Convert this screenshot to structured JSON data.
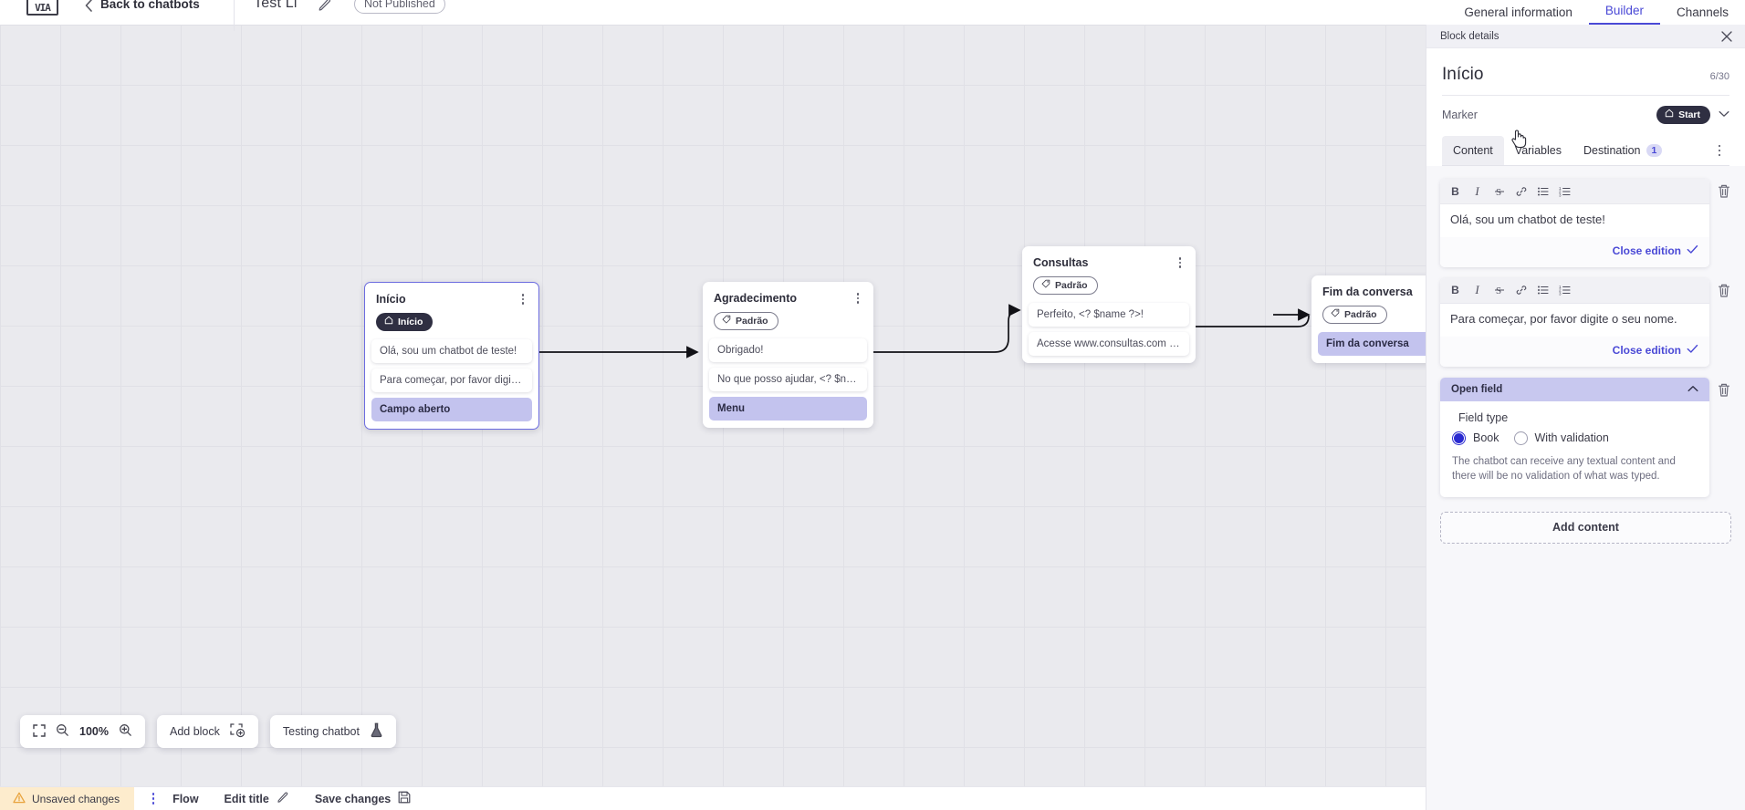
{
  "header": {
    "logo_icon": "vtr-logo-icon",
    "back_chevron_icon": "chevron-left-icon",
    "back_label": "Back to chatbots",
    "bot_title": "Test Li",
    "edit_pencil_icon": "pencil-icon",
    "publish_badge": "Not Published",
    "nav_tabs": [
      {
        "label": "General information",
        "active": false
      },
      {
        "label": "Builder",
        "active": true
      },
      {
        "label": "Channels",
        "active": false
      }
    ]
  },
  "canvas": {
    "zoom_level": "100%",
    "fit_icon": "fit-screen-icon",
    "zoom_out_icon": "zoom-out-icon",
    "zoom_in_icon": "zoom-in-icon",
    "add_block_label": "Add block",
    "add_block_icon": "add-block-icon",
    "testing_label": "Testing chatbot",
    "testing_icon": "flask-icon",
    "blocks": [
      {
        "id": "inicio",
        "title": "Início",
        "tag": "Início",
        "tag_icon": "home-icon",
        "tag_style": "start",
        "selected": true,
        "messages": [
          {
            "text": "Olá, sou um chatbot de teste!",
            "highlight": false
          },
          {
            "text": "Para começar, por favor digite o ...",
            "highlight": false
          },
          {
            "text": "Campo aberto",
            "highlight": true
          }
        ]
      },
      {
        "id": "agradecimento",
        "title": "Agradecimento",
        "tag": "Padrão",
        "tag_icon": "tag-icon",
        "tag_style": "padrao",
        "selected": false,
        "messages": [
          {
            "text": "Obrigado!",
            "highlight": false
          },
          {
            "text": "No que posso ajudar, <? $name ...",
            "highlight": false
          },
          {
            "text": "Menu",
            "highlight": true
          }
        ]
      },
      {
        "id": "consultas",
        "title": "Consultas",
        "tag": "Padrão",
        "tag_icon": "tag-icon",
        "tag_style": "padrao",
        "selected": false,
        "messages": [
          {
            "text": "Perfeito, <? $name ?>!",
            "highlight": false
          },
          {
            "text": "Acesse www.consultas.com par...",
            "highlight": false
          }
        ]
      },
      {
        "id": "fim-da-conversa",
        "title": "Fim da conversa",
        "tag": "Padrão",
        "tag_icon": "tag-icon",
        "tag_style": "padrao",
        "selected": false,
        "messages": [
          {
            "text": "Fim da conversa",
            "highlight": true
          }
        ]
      }
    ]
  },
  "status_bar": {
    "warning_icon": "warning-triangle-icon",
    "unsaved_label": "Unsaved changes",
    "kebab_icon": "kebab-menu-icon",
    "flow_label": "Flow",
    "edit_title_label": "Edit title",
    "edit_title_icon": "pencil-icon",
    "save_label": "Save changes",
    "save_icon": "save-disk-icon"
  },
  "panel": {
    "topbar_label": "Block details",
    "close_icon": "close-icon",
    "title": "Início",
    "char_count": "6/30",
    "marker_label": "Marker",
    "marker_value": "Start",
    "marker_icon": "home-icon",
    "marker_chevron_icon": "chevron-down-icon",
    "tabs": [
      {
        "label": "Content",
        "active": true,
        "badge": null
      },
      {
        "label": "Variables",
        "active": false,
        "badge": null
      },
      {
        "label": "Destination",
        "active": false,
        "badge": "1"
      }
    ],
    "tab_kebab_icon": "kebab-menu-icon",
    "toolbar_buttons": [
      {
        "icon": "bold-icon",
        "glyph": "B"
      },
      {
        "icon": "italic-icon",
        "glyph": "I"
      },
      {
        "icon": "strikethrough-icon",
        "glyph": "S"
      },
      {
        "icon": "link-icon",
        "glyph": "&"
      },
      {
        "icon": "bullet-list-icon",
        "glyph": "☰"
      },
      {
        "icon": "numbered-list-icon",
        "glyph": "☰"
      }
    ],
    "editors": [
      {
        "text": "Olá, sou um chatbot de teste!",
        "close_label": "Close edition",
        "check_icon": "check-icon",
        "trash_icon": "trash-icon"
      },
      {
        "text": "Para começar, por favor digite o seu nome.",
        "close_label": "Close edition",
        "check_icon": "check-icon",
        "trash_icon": "trash-icon"
      }
    ],
    "open_field": {
      "header": "Open field",
      "collapse_icon": "chevron-up-icon",
      "trash_icon": "trash-icon",
      "field_type_label": "Field type",
      "options": [
        {
          "label": "Book",
          "selected": true
        },
        {
          "label": "With validation",
          "selected": false
        }
      ],
      "description": "The chatbot can receive any textual content and there will be no validation of what was typed."
    },
    "add_content_label": "Add content"
  },
  "colors": {
    "accent": "#4a49d6",
    "highlight": "#c3c3ee",
    "dark": "#2f2f42",
    "warning_bg": "#fdeccd",
    "canvas_bg": "#eaeaee"
  }
}
